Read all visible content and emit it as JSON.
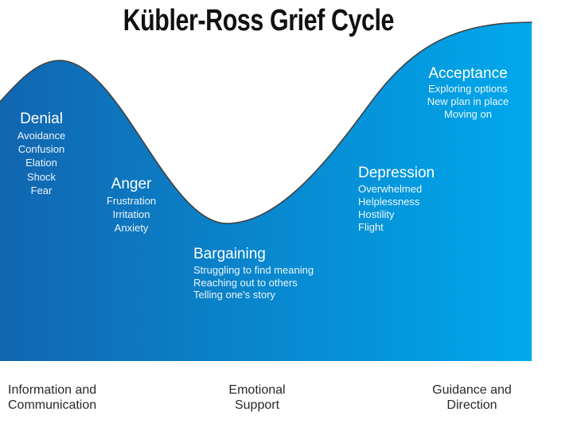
{
  "title": "Kübler-Ross Grief Cycle",
  "colors": {
    "gradient_left": "#1166b0",
    "gradient_right": "#00a8ec",
    "curve_outline": "#424242",
    "title_text": "#111111",
    "footer_text": "#2a2728",
    "stage_text": "#ffffff"
  },
  "stages": [
    {
      "name": "Denial",
      "items": [
        "Avoidance",
        "Confusion",
        "Elation",
        "Shock",
        "Fear"
      ]
    },
    {
      "name": "Anger",
      "items": [
        "Frustration",
        "Irritation",
        "Anxiety"
      ]
    },
    {
      "name": "Bargaining",
      "items": [
        "Struggling to find meaning",
        "Reaching out to others",
        "Telling one's story"
      ]
    },
    {
      "name": "Depression",
      "items": [
        "Overwhelmed",
        "Helplessness",
        "Hostility",
        "Flight"
      ]
    },
    {
      "name": "Acceptance",
      "items": [
        "Exploring options",
        "New plan in place",
        "Moving on"
      ]
    }
  ],
  "footer_labels": [
    "Information and\nCommunication",
    "Emotional\nSupport",
    "Guidance and\nDirection"
  ]
}
